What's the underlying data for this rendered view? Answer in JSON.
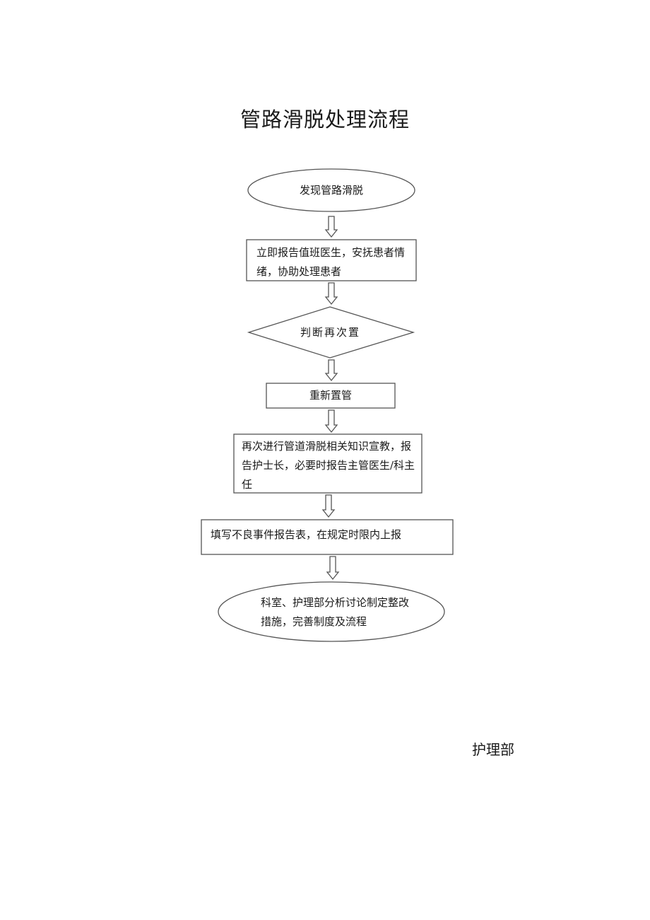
{
  "title": "管路滑脱处理流程",
  "nodes": {
    "start": "发现管路滑脱",
    "report_doctor": "立即报告值班医生，安抚患者情绪，协助处理患者",
    "decision": "判断再次置",
    "reinsert": "重新置管",
    "education": "再次进行管道滑脱相关知识宣教，报告护士长，必要时报告主管医生/科主任",
    "adverse_report": "填写不良事件报告表，在规定时限内上报",
    "end": "科室、护理部分析讨论制定整改措施，完善制度及流程"
  },
  "footer": "护理部",
  "colors": {
    "stroke": "#555555",
    "text": "#1a1a1a"
  }
}
